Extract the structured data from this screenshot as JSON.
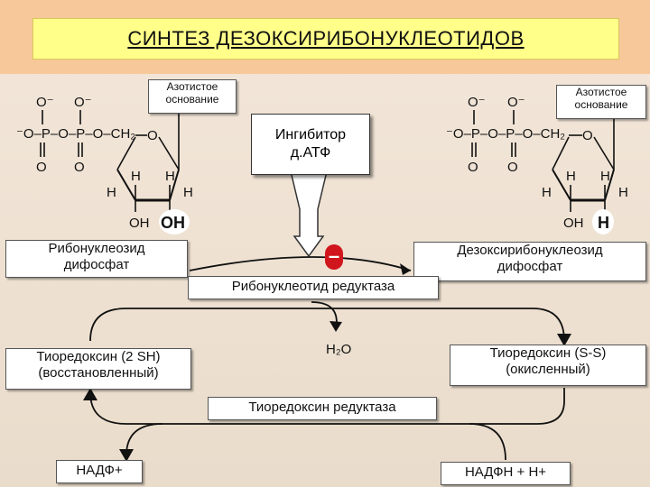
{
  "title": "СИНТЕЗ   ДЕЗОКСИРИБОНУКЛЕОТИДОВ",
  "base_left": [
    "Азотистое",
    "основание"
  ],
  "base_right": [
    "Азотистое",
    "основание"
  ],
  "inhibitor": [
    "Ингибитор",
    "д.АТФ"
  ],
  "inhibition_sign": "–",
  "substrate": [
    "Рибонуклеозид",
    "дифосфат"
  ],
  "product": [
    "Дезоксирибонуклеозид",
    "дифосфат"
  ],
  "enzyme_rnr": "Рибонуклеотид редуктаза",
  "water": "H₂O",
  "thioredoxin_reduced": [
    "Тиоредоксин (2 SH)",
    "(восстановленный)"
  ],
  "thioredoxin_oxidized": [
    "Тиоредоксин (S-S)",
    "(окисленный)"
  ],
  "enzyme_trr": "Тиоредоксин редуктаза",
  "nadp": "НАДФ+",
  "nadph": "НАДФН + Н+",
  "structure_left": {
    "phosphates": "⁻O–P–O–P–O–CH₂",
    "ring_o": "O",
    "o_minus": "O⁻",
    "o_double": "O",
    "h": "H",
    "oh_3": "OH",
    "oh_2": "OH"
  },
  "structure_right": {
    "phosphates": "⁻O–P–O–P–O–CH₂",
    "ring_o": "O",
    "o_minus": "O⁻",
    "o_double": "O",
    "h": "H",
    "oh_3": "OH",
    "h_2": "H"
  },
  "colors": {
    "title_bg": "#ffff8a",
    "top_band": "#f6c89a",
    "background": "#efe3d4",
    "inhibitor_mark": "#d0161c"
  }
}
